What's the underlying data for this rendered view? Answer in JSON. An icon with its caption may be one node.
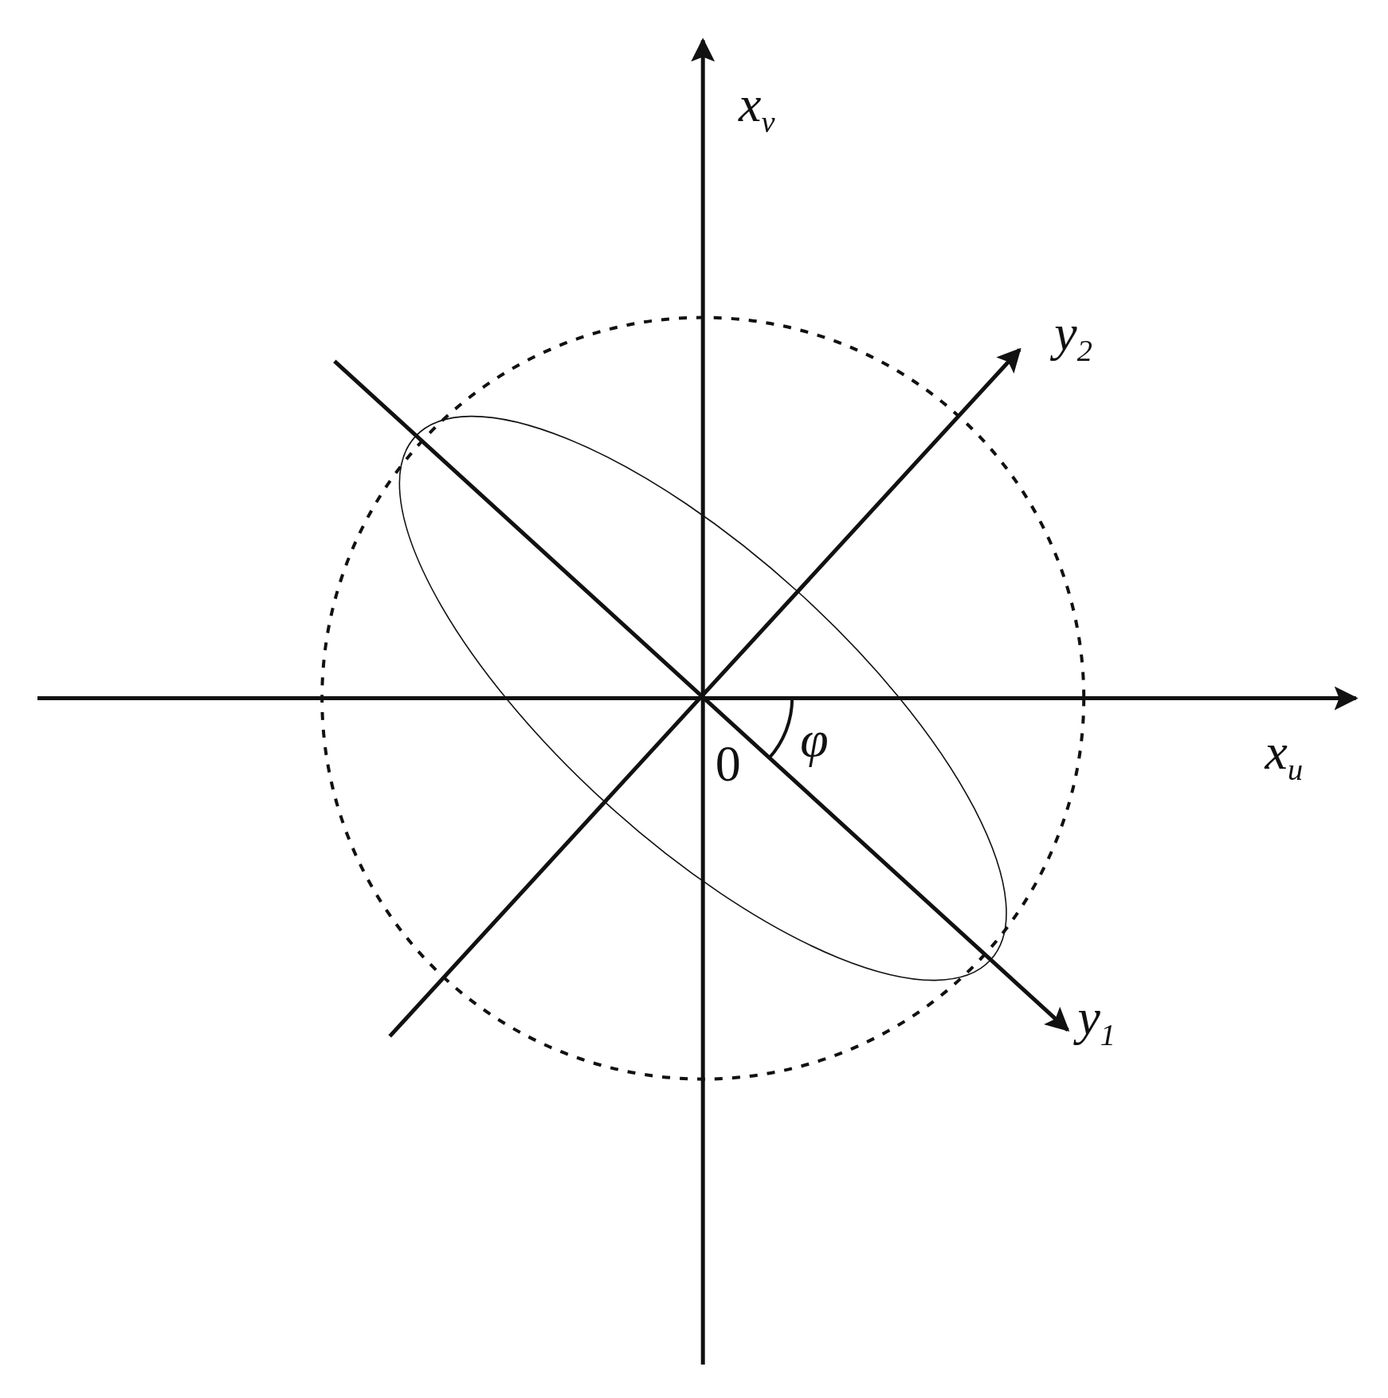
{
  "diagram": {
    "labels": [
      "x$_{v}$",
      "y$_{2}$",
      "φ",
      "0",
      "x$_{u}$",
      "y$_{1}$"
    ]
  }
}
